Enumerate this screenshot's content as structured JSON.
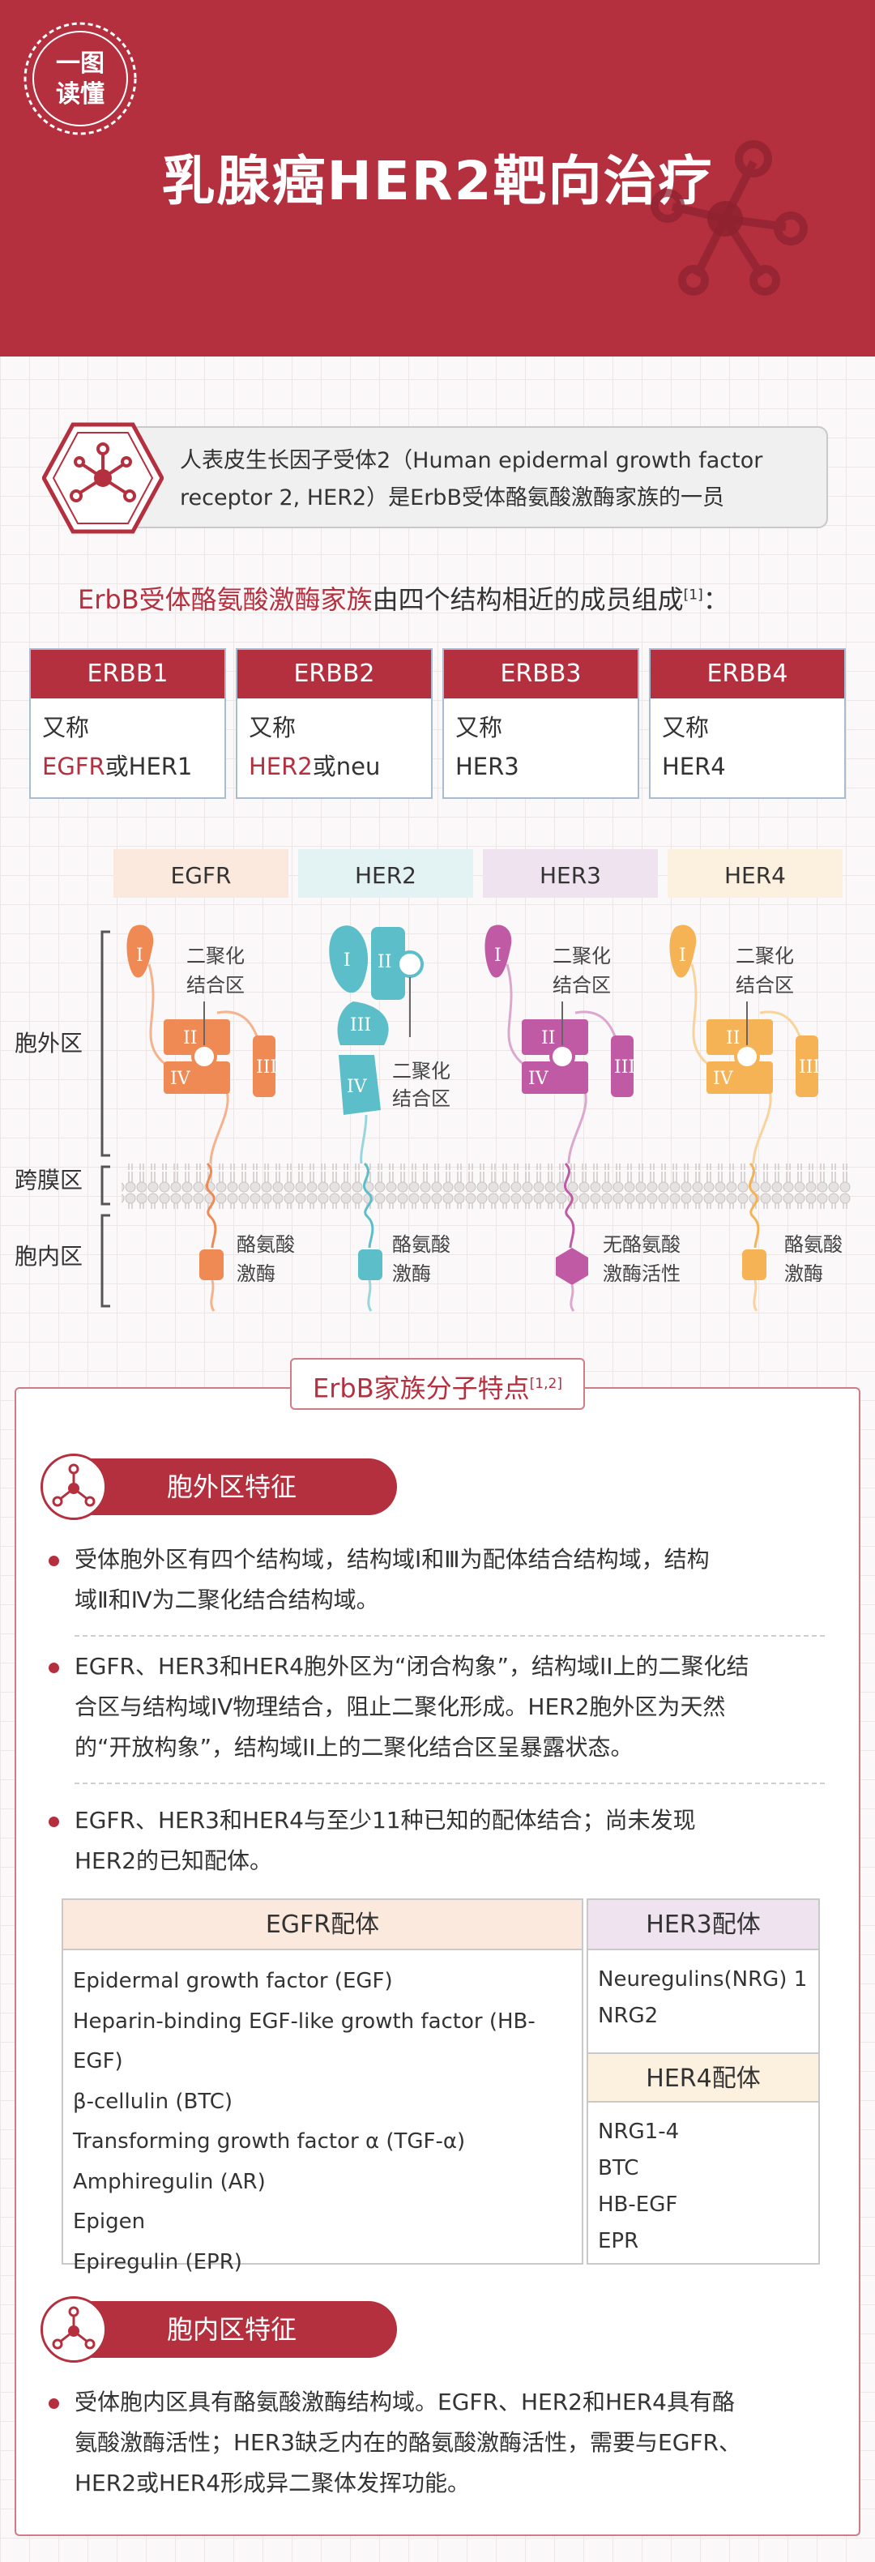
{
  "header": {
    "logo_line1": "一图",
    "logo_line2": "读懂",
    "title": "乳腺癌HER2靶向治疗"
  },
  "intro": {
    "line1": "人表皮生长因子受体2（Human epidermal growth factor",
    "line2": "receptor 2, HER2）是ErbB受体酪氨酸激酶家族的一员"
  },
  "members": {
    "heading_accent": "ErbB受体酪氨酸激酶家族",
    "heading_rest": "由四个结构相近的成员组成",
    "heading_ref": "[1]",
    "colon": "：",
    "cards": [
      {
        "name": "ERBB1",
        "alias_label": "又称",
        "alias_red": "EGFR",
        "alias_rest": "或HER1"
      },
      {
        "name": "ERBB2",
        "alias_label": "又称",
        "alias_red": "HER2",
        "alias_rest": "或neu"
      },
      {
        "name": "ERBB3",
        "alias_label": "又称",
        "alias_red": "",
        "alias_rest": "HER3"
      },
      {
        "name": "ERBB4",
        "alias_label": "又称",
        "alias_red": "",
        "alias_rest": "HER4"
      }
    ]
  },
  "diagram": {
    "receptors": [
      "EGFR",
      "HER2",
      "HER3",
      "HER4"
    ],
    "region_labels": [
      "胞外区",
      "跨膜区",
      "胞内区"
    ],
    "domain_labels": [
      "I",
      "II",
      "III",
      "IV"
    ],
    "dimer_label_1": "二聚化",
    "dimer_label_2": "结合区",
    "kinase_1": "酪氨酸",
    "kinase_2": "激酶",
    "no_kinase_1": "无酪氨酸",
    "no_kinase_2": "激酶活性",
    "colors": {
      "EGFR": "#f08a55",
      "HER2": "#5bbec8",
      "HER3": "#c05aa5",
      "HER4": "#f5b355"
    }
  },
  "features": {
    "title": "ErbB家族分子特点",
    "title_ref": "[1,2]",
    "extracellular_title": "胞外区特征",
    "bullets": [
      {
        "l1": "受体胞外区有四个结构域，结构域Ⅰ和Ⅲ为配体结合结构域，结构",
        "l2": "域Ⅱ和Ⅳ为二聚化结合结构域。"
      },
      {
        "l1": "EGFR、HER3和HER4胞外区为“闭合构象”，结构域II上的二聚化结",
        "l2": "合区与结构域IV物理结合，阻止二聚化形成。HER2胞外区为天然",
        "l3": "的“开放构象”，结构域II上的二聚化结合区呈暴露状态。"
      },
      {
        "l1": "EGFR、HER3和HER4与至少11种已知的配体结合；尚未发现",
        "l2": "HER2的已知配体。"
      }
    ],
    "intracellular_title": "胞内区特征",
    "intra_bullet": {
      "l1": "受体胞内区具有酪氨酸激酶结构域。EGFR、HER2和HER4具有酪",
      "l2": "氨酸激酶活性；HER3缺乏内在的酪氨酸激酶活性，需要与EGFR、",
      "l3": "HER2或HER4形成异二聚体发挥功能。"
    }
  },
  "ligands": {
    "egfr_head": "EGFR配体",
    "egfr_items": [
      "Epidermal growth factor (EGF)",
      "Heparin-binding EGF-like growth factor (HB-EGF)",
      "β-cellulin (BTC)",
      "Transforming growth factor α (TGF-α)",
      "Amphiregulin (AR)",
      "Epigen",
      "Epiregulin (EPR)"
    ],
    "her3_head": "HER3配体",
    "her3_items": [
      "Neuregulins(NRG) 1",
      "NRG2"
    ],
    "her4_head": "HER4配体",
    "her4_items": [
      "NRG1-4",
      "BTC",
      "HB-EGF",
      "EPR"
    ]
  }
}
